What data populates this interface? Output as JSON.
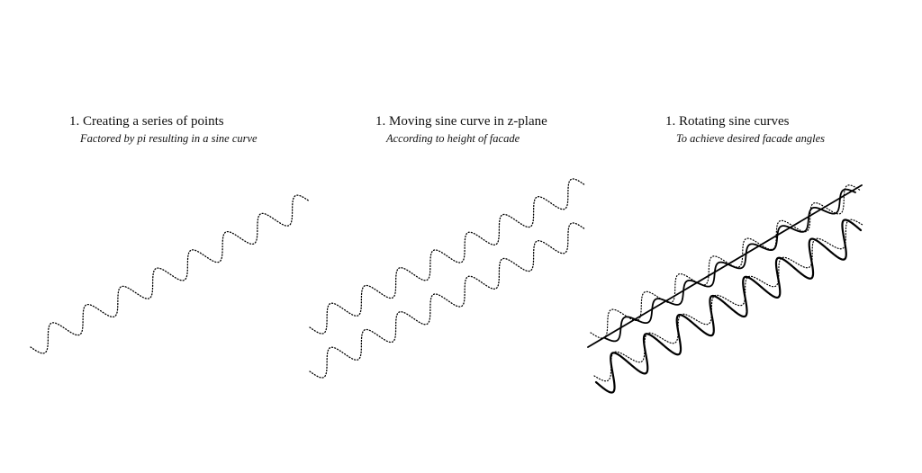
{
  "panels": [
    {
      "title": "1. Creating a series of points",
      "subtitle": "Factored by pi resulting in a sine curve"
    },
    {
      "title": "1. Moving sine curve in z-plane",
      "subtitle": "According to height of facade"
    },
    {
      "title": "1. Rotating sine curves",
      "subtitle": "To achieve desired facade angles"
    }
  ],
  "colors": {
    "ink": "#000000",
    "background": "#ffffff"
  }
}
